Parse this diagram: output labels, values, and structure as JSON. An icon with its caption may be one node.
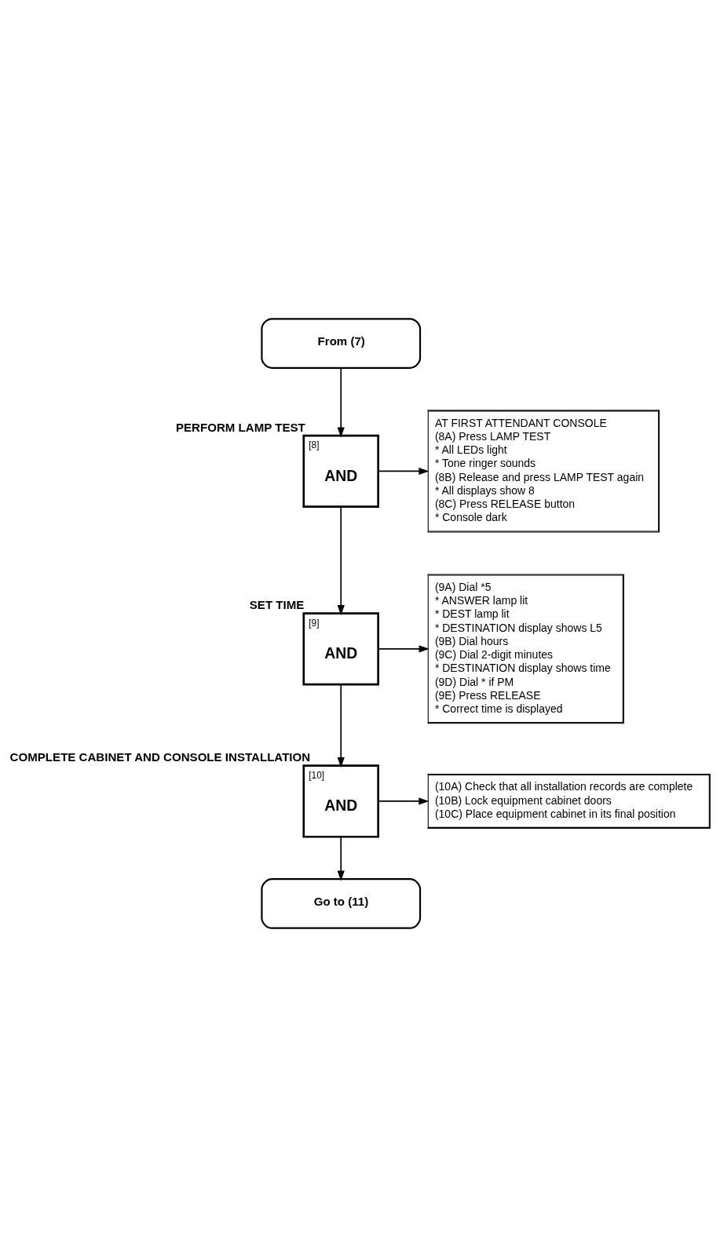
{
  "diagram": {
    "nodes": [
      {
        "text": [
          "From (7)"
        ]
      },
      {
        "text": [
          "[8]",
          "AND"
        ],
        "beside": [
          "PERFORM LAMP TEST"
        ]
      },
      {
        "text": [
          "AT FIRST ATTENDANT CONSOLE",
          "(8A) Press LAMP TEST",
          "* All LEDs light",
          "* Tone ringer sounds",
          "(8B) Release and press LAMP TEST again",
          "* All displays show 8",
          "(8C) Press RELEASE button",
          "* Console dark"
        ]
      },
      {
        "text": [
          "[9]",
          "AND"
        ],
        "beside": [
          "SET TIME"
        ]
      },
      {
        "text": [
          "(9A) Dial *5",
          "* ANSWER lamp lit",
          "* DEST lamp lit",
          "* DESTINATION display shows L5",
          "(9B) Dial hours",
          "(9C) Dial 2-digit minutes",
          "* DESTINATION display shows time",
          "(9D) Dial * if PM",
          "(9E) Press RELEASE",
          "* Correct time is displayed"
        ]
      },
      {
        "text": [
          "[10]",
          "AND"
        ],
        "beside": [
          "COMPLETE CABINET AND CONSOLE INSTALLATION"
        ]
      },
      {
        "text": [
          "(10A) Check that all installation records are complete",
          "(10B) Lock equipment cabinet doors",
          "(10C) Place equipment cabinet in its final position"
        ]
      },
      {
        "text": [
          "Go to (11)"
        ]
      }
    ],
    "edges": [
      {
        "from": 0,
        "to": 1,
        "arrow": "to"
      },
      {
        "from": 1,
        "to": 2,
        "arrow": "to"
      },
      {
        "from": 1,
        "to": 3,
        "arrow": "to"
      },
      {
        "from": 3,
        "to": 4,
        "arrow": "to"
      },
      {
        "from": 3,
        "to": 5,
        "arrow": "to"
      },
      {
        "from": 5,
        "to": 6,
        "arrow": "to"
      },
      {
        "from": 5,
        "to": 7,
        "arrow": "to"
      }
    ]
  }
}
